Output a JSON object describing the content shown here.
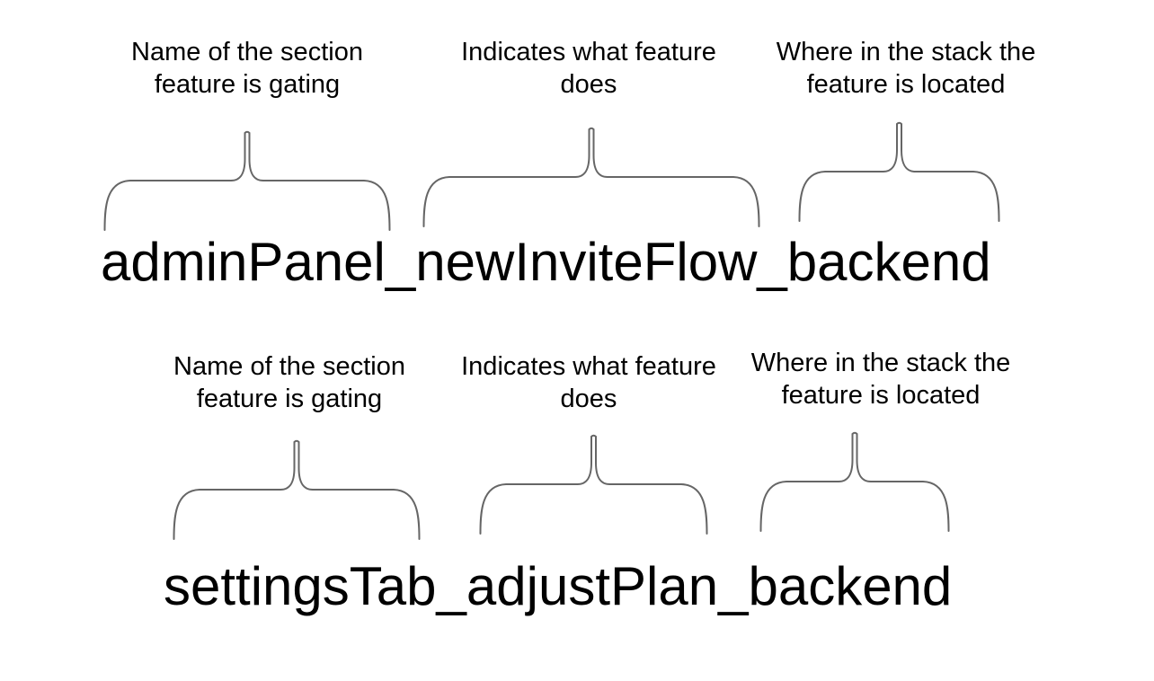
{
  "colors": {
    "background": "#ffffff",
    "text": "#000000",
    "brace": "#666666"
  },
  "examples": [
    {
      "flag_name": "adminPanel_newInviteFlow_backend",
      "annotations": [
        {
          "line1": "Name of the section",
          "line2": "feature is gating"
        },
        {
          "line1": "Indicates what feature",
          "line2": "does"
        },
        {
          "line1": "Where in the stack the",
          "line2": "feature is located"
        }
      ]
    },
    {
      "flag_name": "settingsTab_adjustPlan_backend",
      "annotations": [
        {
          "line1": "Name of the section",
          "line2": "feature is gating"
        },
        {
          "line1": "Indicates what feature",
          "line2": "does"
        },
        {
          "line1": "Where in the stack the",
          "line2": "feature is located"
        }
      ]
    }
  ]
}
